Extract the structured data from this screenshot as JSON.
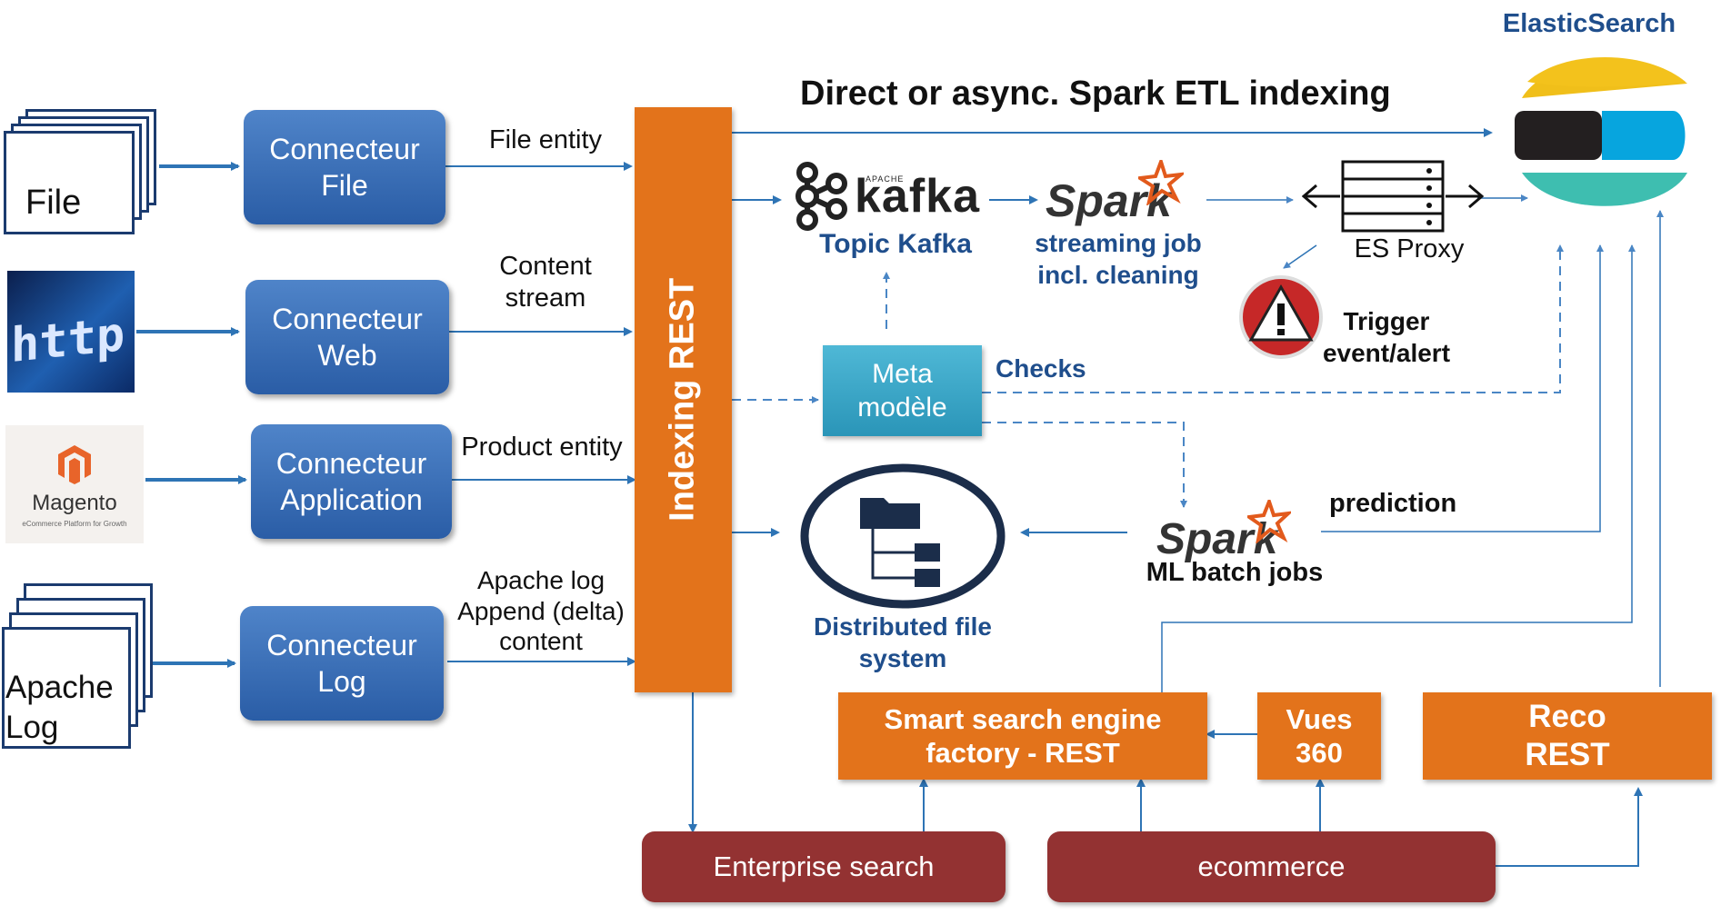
{
  "title": "Direct or async. Spark ETL indexing",
  "sources": {
    "file": "File",
    "web_logo": "http://w",
    "magento": {
      "name": "Magento",
      "tagline": "eCommerce Platform for Growth"
    },
    "apache": "Apache Log"
  },
  "connectors": [
    {
      "line1": "Connecteur",
      "line2": "File"
    },
    {
      "line1": "Connecteur",
      "line2": "Web"
    },
    {
      "line1": "Connecteur",
      "line2": "Application"
    },
    {
      "line1": "Connecteur",
      "line2": "Log"
    }
  ],
  "edge_labels": {
    "file_entity": "File entity",
    "content_stream_1": "Content",
    "content_stream_2": "stream",
    "product_entity": "Product entity",
    "apache_1": "Apache log",
    "apache_2": "Append (delta)",
    "apache_3": "content"
  },
  "indexing_rest": "Indexing REST",
  "kafka": {
    "logo_top": "APACHE",
    "logo": "kafka",
    "label": "Topic Kafka"
  },
  "spark_streaming": {
    "logo": "Spark",
    "line1": "streaming job",
    "line2": "incl. cleaning"
  },
  "es_proxy": "ES Proxy",
  "elasticsearch": "ElasticSearch",
  "alert": {
    "line1": "Trigger",
    "line2": "event/alert"
  },
  "meta": {
    "line1": "Meta",
    "line2": "modèle"
  },
  "checks": "Checks",
  "dfs": {
    "line1": "Distributed file",
    "line2": "system"
  },
  "spark_ml": {
    "logo": "Spark",
    "label": "ML batch jobs"
  },
  "prediction": "prediction",
  "smart_search": {
    "line1": "Smart search engine",
    "line2": "factory - REST"
  },
  "vues": {
    "line1": "Vues",
    "line2": "360"
  },
  "reco": {
    "line1": "Reco",
    "line2": "REST"
  },
  "enterprise_search": "Enterprise search",
  "ecommerce": "ecommerce",
  "colors": {
    "orange": "#e3731b",
    "blue_connector": "#2a5da6",
    "teal": "#3aa7c8",
    "dark_red": "#933232",
    "arrow": "#2e74b5"
  }
}
